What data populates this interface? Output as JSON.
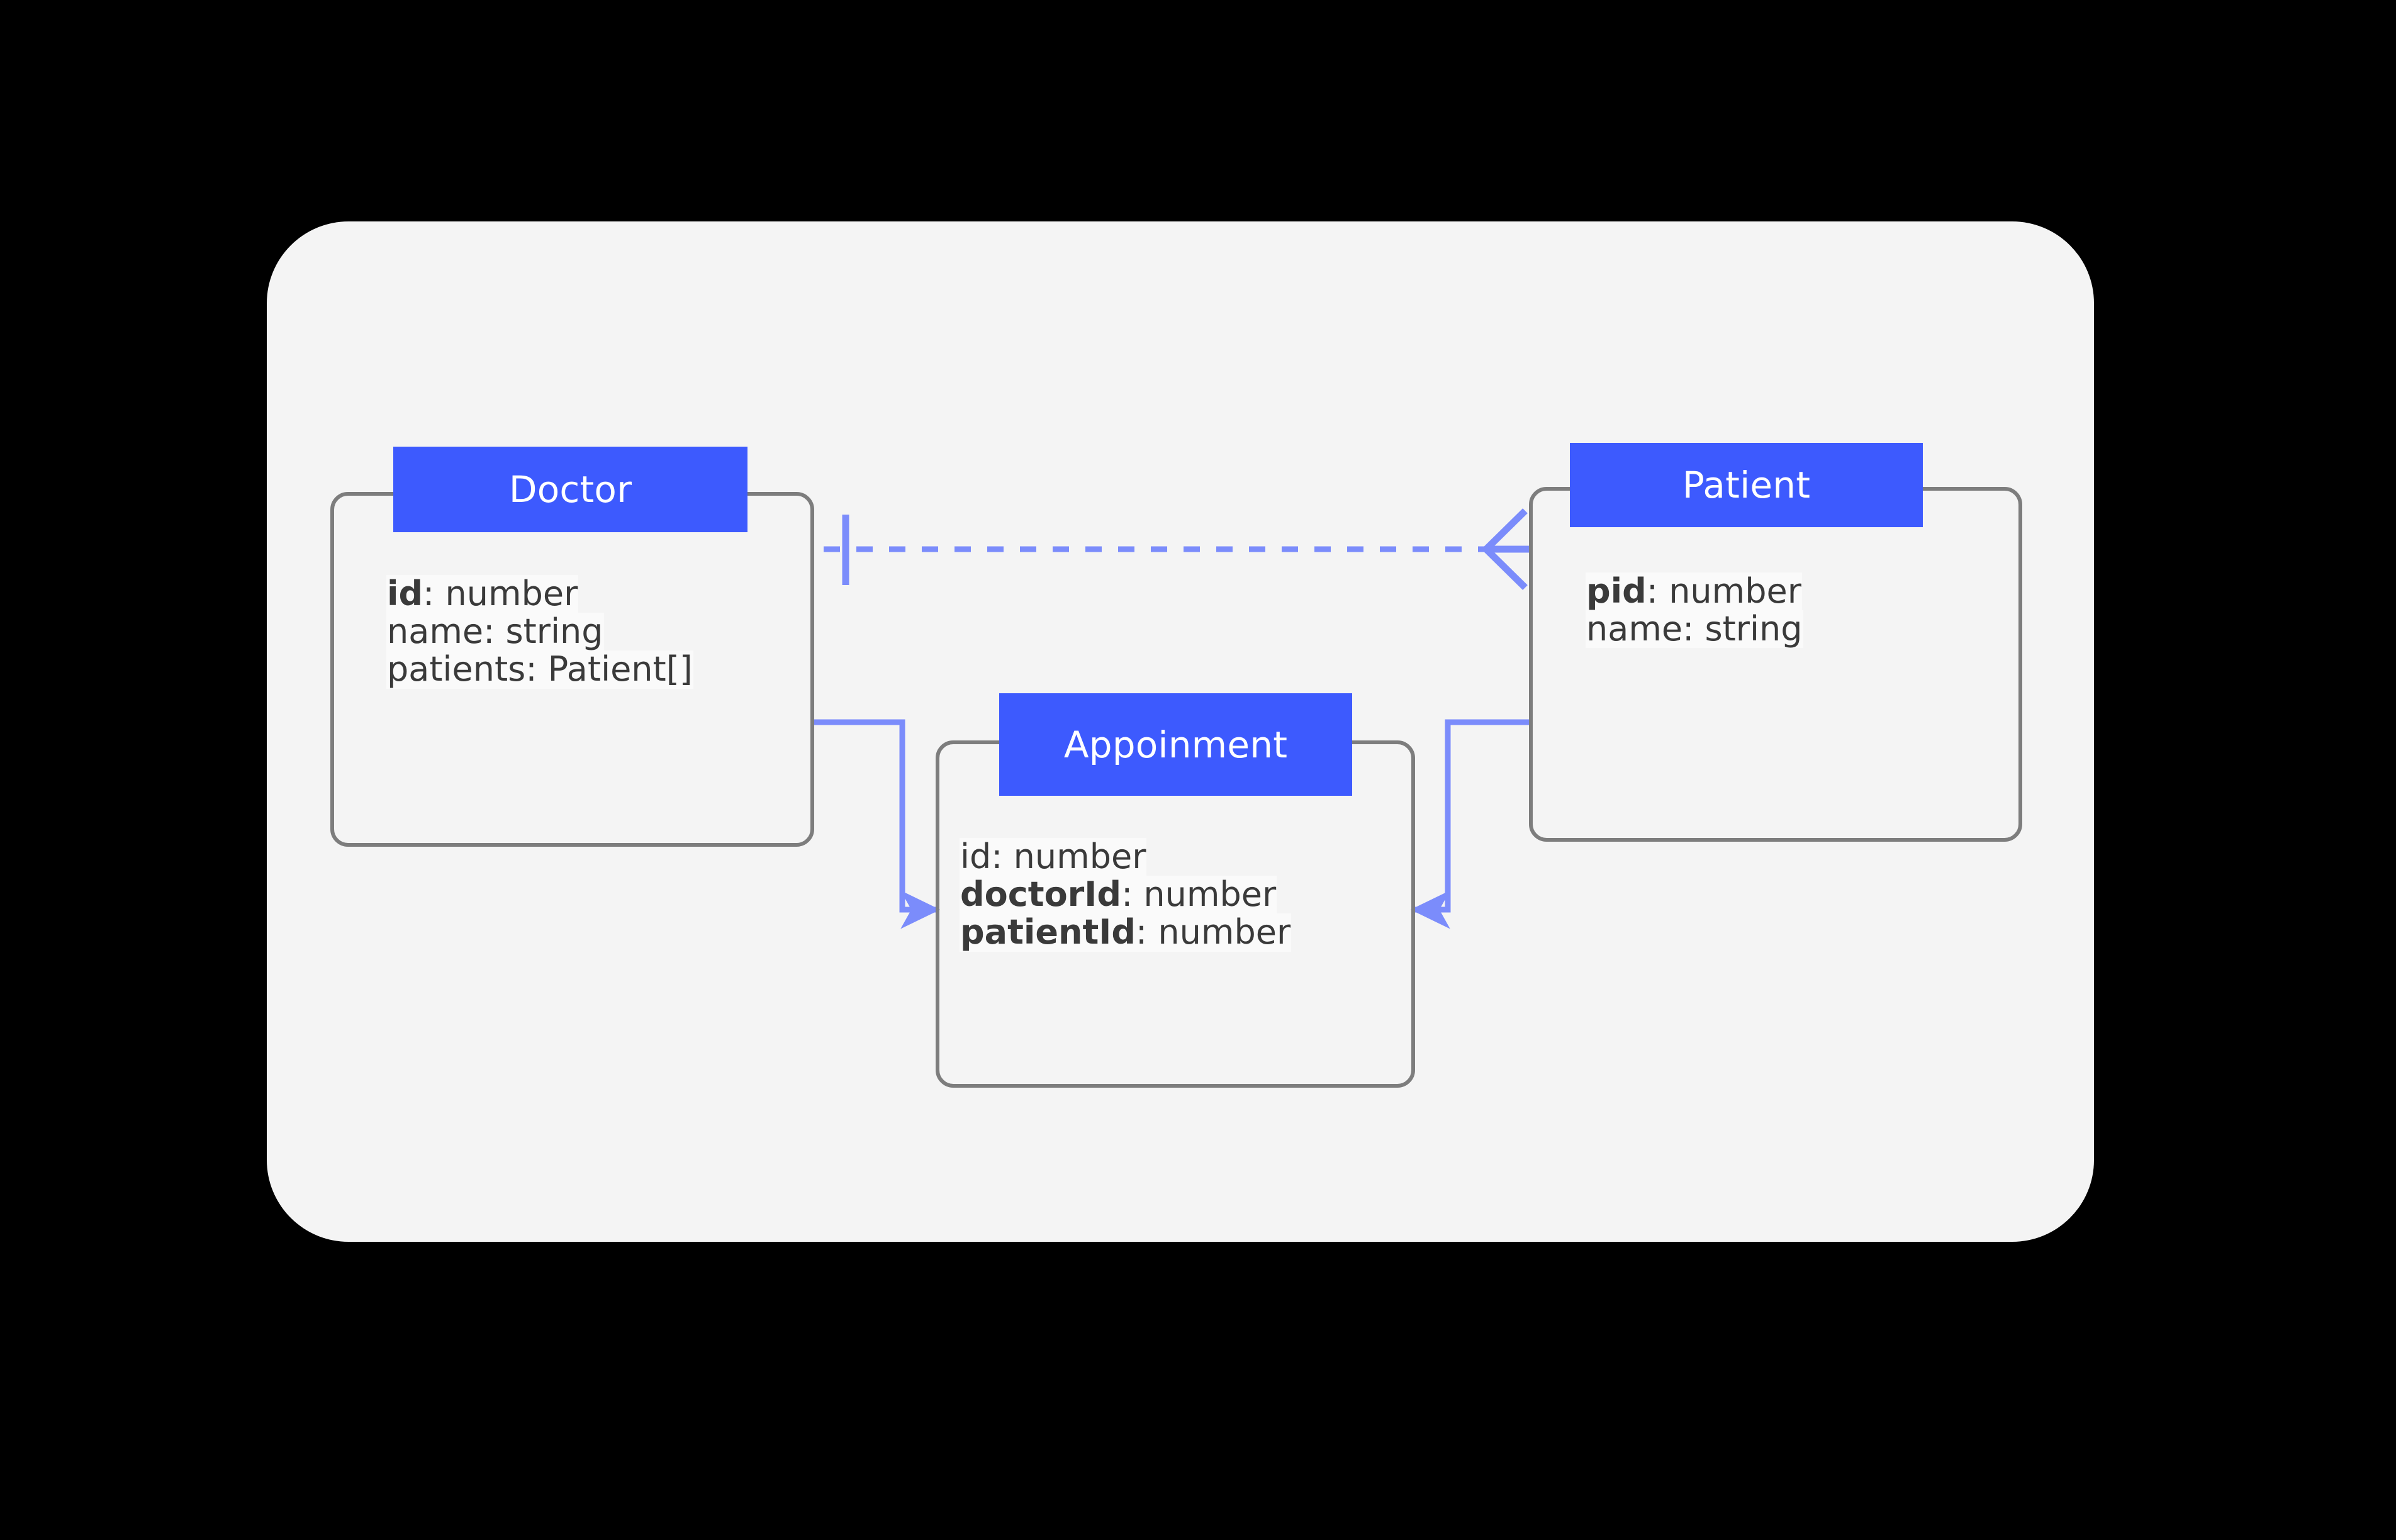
{
  "canvas": {
    "background_color": "#000000",
    "panel_color": "#f4f4f4"
  },
  "theme": {
    "accent_blue": "#3d5afe",
    "connector_blue": "#7b8cfb",
    "box_border_gray": "#7d7d7d",
    "text_gray": "#3a3a3a",
    "header_text": "#ffffff",
    "attr_background": "#fafafa"
  },
  "diagram": {
    "type": "er-class-diagram",
    "entities": [
      {
        "id": "doctor",
        "title": "Doctor",
        "attributes": [
          {
            "key": "id",
            "bold": true,
            "sep": ": ",
            "type": "number"
          },
          {
            "key": "name",
            "bold": false,
            "sep": ": ",
            "type": "string"
          },
          {
            "key": "patients",
            "bold": false,
            "sep": ": ",
            "type": "Patient[]"
          }
        ]
      },
      {
        "id": "appointment",
        "title": "Appoinment",
        "attributes": [
          {
            "key": "id",
            "bold": false,
            "sep": ": ",
            "type": "number"
          },
          {
            "key": "doctorId",
            "bold": true,
            "sep": ": ",
            "type": "number"
          },
          {
            "key": "patientId",
            "bold": true,
            "sep": ": ",
            "type": "number"
          }
        ]
      },
      {
        "id": "patient",
        "title": "Patient",
        "attributes": [
          {
            "key": "pid",
            "bold": true,
            "sep": ": ",
            "type": "number"
          },
          {
            "key": "name",
            "bold": false,
            "sep": ": ",
            "type": "string"
          }
        ]
      }
    ],
    "relationships": [
      {
        "id": "doctor-patient",
        "from": "doctor",
        "to": "patient",
        "style": "dashed",
        "from_marker": "one-bar",
        "to_marker": "crows-foot-many",
        "label": ""
      },
      {
        "id": "doctor-appointment",
        "from": "doctor",
        "to": "appointment",
        "style": "solid-orthogonal",
        "from_marker": "none",
        "to_marker": "arrow",
        "label": ""
      },
      {
        "id": "patient-appointment",
        "from": "patient",
        "to": "appointment",
        "style": "solid-orthogonal",
        "from_marker": "none",
        "to_marker": "arrow",
        "label": ""
      }
    ]
  }
}
